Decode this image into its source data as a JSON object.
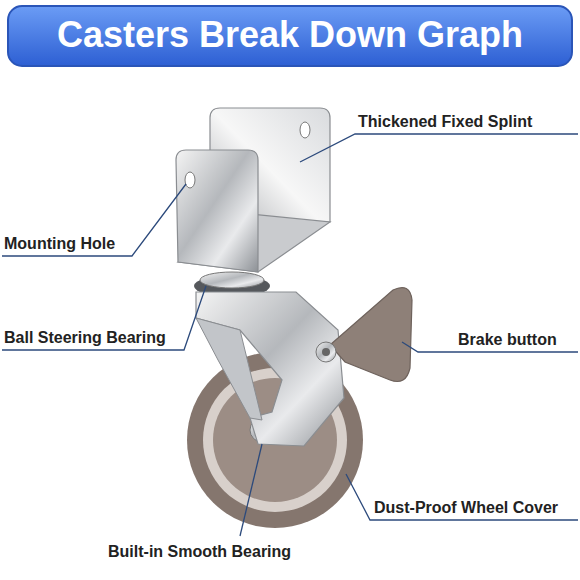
{
  "diagram": {
    "title": "Casters Break Down Graph",
    "labels": [
      "Thickened Fixed Splint",
      "Mounting Hole",
      "Ball Steering Bearing",
      "Brake button",
      "Dust-Proof Wheel Cover",
      "Built-in Smooth Bearing"
    ]
  }
}
